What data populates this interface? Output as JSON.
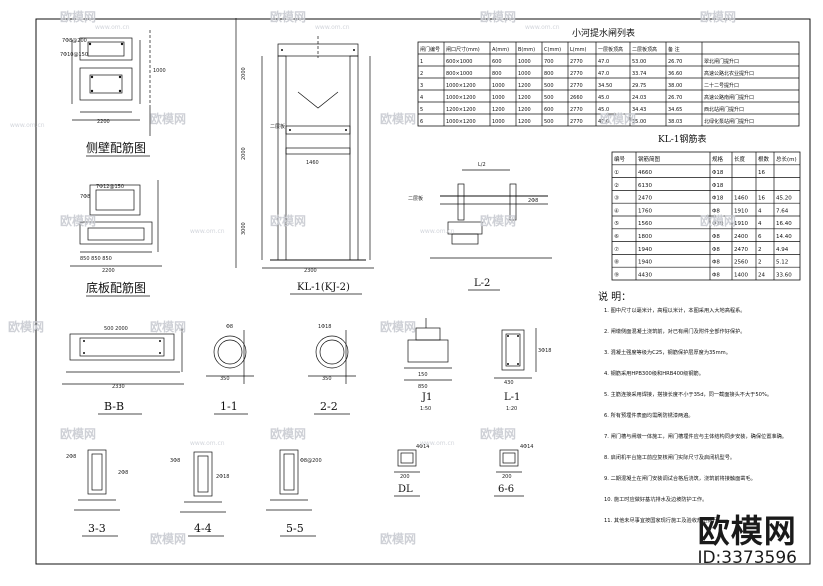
{
  "sheet": {
    "titles": {
      "side_wall": "侧壁配筋图",
      "bottom_plate": "底板配筋图",
      "kl_frame": "KL-1(KJ-2)",
      "l2": "L-2",
      "bb": "B-B",
      "s11": "1-1",
      "s22": "2-2",
      "j1": "J1",
      "l1": "L-1",
      "s33": "3-3",
      "s44": "4-4",
      "s55": "5-5",
      "dl": "DL",
      "s66": "6-6",
      "j1_scale": "1:50",
      "l1_scale": "1:20"
    },
    "gate_table": {
      "title": "小河提水闸列表",
      "headers": [
        "闸门编号",
        "闸口尺寸(mm)",
        "A(mm)",
        "B(mm)",
        "C(mm)",
        "L(mm)",
        "一层板顶高",
        "二层板顶高",
        "备  注"
      ],
      "rows": [
        [
          "1",
          "600×1000",
          "600",
          "1000",
          "700",
          "2770",
          "47.0",
          "53.00",
          "26.70",
          "翠北闸门提升口"
        ],
        [
          "2",
          "800×1000",
          "800",
          "1000",
          "800",
          "2770",
          "47.0",
          "33.74",
          "36.60",
          "高速公路北农业提升口"
        ],
        [
          "3",
          "1000×1200",
          "1000",
          "1200",
          "500",
          "2770",
          "34.50",
          "29.75",
          "38.00",
          "二十二号提升口"
        ],
        [
          "4",
          "1000×1200",
          "1000",
          "1200",
          "500",
          "2660",
          "45.0",
          "24.03",
          "26.70",
          "高速公路南闸门提升口"
        ],
        [
          "5",
          "1200×1200",
          "1200",
          "1200",
          "600",
          "2770",
          "45.0",
          "34.43",
          "34.65",
          "西北站闸门提升口"
        ],
        [
          "6",
          "1000×1200",
          "1000",
          "1200",
          "500",
          "2770",
          "47.0",
          "35.00",
          "38.03",
          "北绿化泵站闸门提升口"
        ]
      ]
    },
    "rebar_table": {
      "title": "KL-1钢筋表",
      "headers": [
        "编号",
        "钢筋简图",
        "规格",
        "长度",
        "根数",
        "总长(m)"
      ],
      "rows": [
        [
          "①",
          "4660",
          "Φ18",
          "",
          "16",
          ""
        ],
        [
          "②",
          "6130",
          "Φ18",
          "",
          "",
          ""
        ],
        [
          "③",
          "2470",
          "Φ18",
          "1460",
          "16",
          "45.20"
        ],
        [
          "④",
          "1760",
          "Φ8",
          "1910",
          "4",
          "7.64"
        ],
        [
          "⑤",
          "1560",
          "Φ18",
          "1910",
          "4",
          "16.40"
        ],
        [
          "⑥",
          "1800",
          "Φ8",
          "2400",
          "6",
          "14.40"
        ],
        [
          "⑦",
          "1940",
          "Φ8",
          "2470",
          "2",
          "4.94"
        ],
        [
          "⑧",
          "1940",
          "Φ8",
          "2560",
          "2",
          "5.12"
        ],
        [
          "⑨",
          "4430",
          "Φ8",
          "1400",
          "24",
          "33.60"
        ]
      ]
    },
    "notes": {
      "title": "说  明：",
      "items": [
        "1. 图中尺寸以毫米计，高程以米计，本图采用入大地高程系。",
        "2. 闸墩侧面混凝土浇筑前，对已有闸门及附件全部作好保护。",
        "3. 混凝土强度等级为C25，钢筋保护层厚度为35mm。",
        "4. 钢筋采用HPB300级和HRB400级钢筋。",
        "5. 主筋连接采用焊接，搭接长度不小于35d，同一截面接头不大于50%。",
        "6. 所有预埋件表面均需刷防锈漆两遍。",
        "7. 闸门槽与闸墩一体施工，闸门槽埋件应与主体结构同步安装，确保位置准确。",
        "8. 启闭机平台施工前应复核闸门实际尺寸及启闭机型号。",
        "9. 二期混凝土在闸门安装调试合格后浇筑，浇筑前将接触面凿毛。",
        "10. 施工时应做好基坑排水及边坡防护工作。",
        "11. 其他未尽事宜按国家现行施工及验收规范执行。"
      ]
    },
    "dims": {
      "side_w": "2200",
      "bottom_w": "2200",
      "frame_w": "2300",
      "frame_w2": "1460",
      "bb_w": "2330",
      "j1_w": "850",
      "l1_w": "430",
      "l2_span": "L/2"
    },
    "watermark": {
      "brand": "欧模网",
      "url": "www.om.cn"
    },
    "brand_block": {
      "name": "欧模网",
      "id": "ID:3373596"
    }
  }
}
